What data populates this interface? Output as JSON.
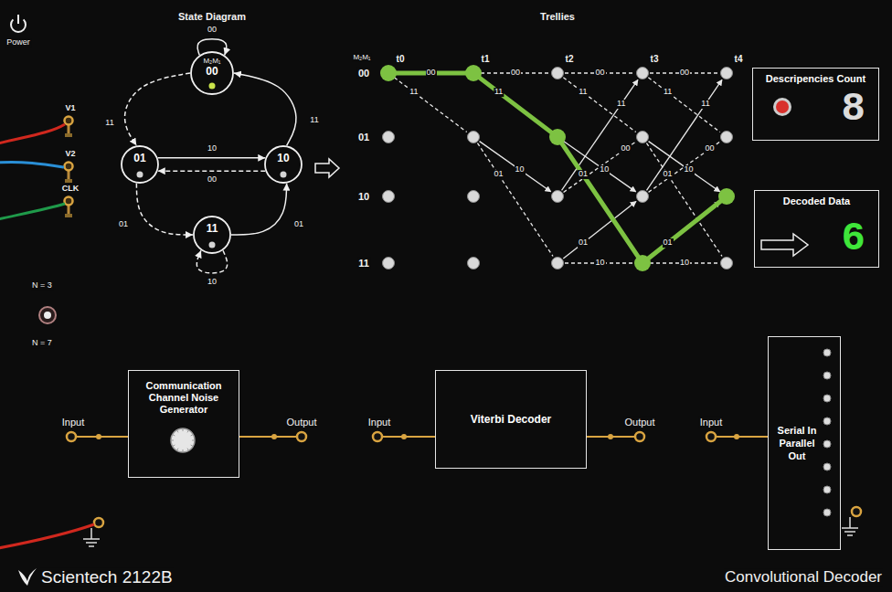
{
  "diagram": {
    "nodes": [
      {
        "text": [
          "M₂M₁",
          "00"
        ]
      },
      {
        "text": [
          "01"
        ]
      },
      {
        "text": [
          "10"
        ]
      },
      {
        "text": [
          "11"
        ]
      },
      {
        "text": [
          "Descripencies Count",
          "8"
        ]
      },
      {
        "text": [
          "Decoded Data",
          "6"
        ]
      },
      {
        "text": [
          "Communication Channel Noise Generator"
        ]
      },
      {
        "text": [
          "Viterbi Decoder"
        ]
      },
      {
        "text": [
          "Serial In Parallel Out"
        ]
      }
    ],
    "edges": [
      {
        "from": 0,
        "to": 0,
        "arrow": "to",
        "label": "00"
      },
      {
        "from": 0,
        "to": 1,
        "arrow": "to",
        "label": "11"
      },
      {
        "from": 2,
        "to": 0,
        "arrow": "to",
        "label": "11"
      },
      {
        "from": 1,
        "to": 2,
        "arrow": "to",
        "label": "10"
      },
      {
        "from": 2,
        "to": 1,
        "arrow": "to",
        "label": "00"
      },
      {
        "from": 1,
        "to": 3,
        "arrow": "to",
        "label": "01"
      },
      {
        "from": 3,
        "to": 2,
        "arrow": "to",
        "label": "01"
      },
      {
        "from": 3,
        "to": 3,
        "arrow": "to",
        "label": "10"
      }
    ],
    "labels": [
      "Power",
      "V1",
      "V2",
      "CLK",
      "N = 3",
      "N = 7",
      "State Diagram",
      "Trellies",
      "M₂M₁",
      "00",
      "01",
      "10",
      "11",
      "t0",
      "t1",
      "t2",
      "t3",
      "t4",
      "00",
      "11",
      "00",
      "11",
      "10",
      "01",
      "00",
      "11",
      "10",
      "01",
      "11",
      "00",
      "01",
      "10",
      "00",
      "11",
      "10",
      "01",
      "11",
      "00",
      "01",
      "10",
      "Input",
      "Output",
      "Input",
      "Output",
      "Input",
      "Scientech 2122B",
      "Convolutional Decoder"
    ]
  }
}
